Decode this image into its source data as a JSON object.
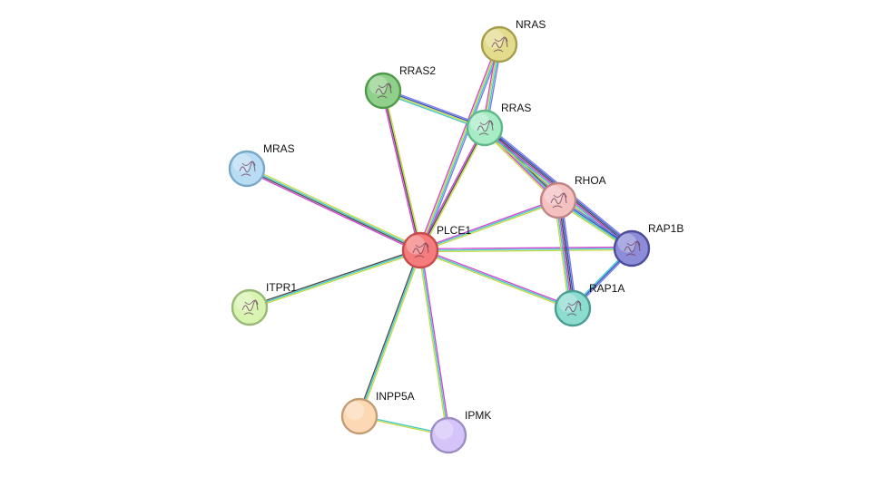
{
  "nodes": [
    {
      "id": "PLCE1",
      "label": "PLCE1",
      "fill": "#f47c7c",
      "stroke": "#c94a4a",
      "structure": true,
      "center": true
    },
    {
      "id": "NRAS",
      "label": "NRAS",
      "fill": "#e2dc8c",
      "stroke": "#a39d4c",
      "structure": true
    },
    {
      "id": "RRAS2",
      "label": "RRAS2",
      "fill": "#8fd08a",
      "stroke": "#4f9a4a",
      "structure": true
    },
    {
      "id": "RRAS",
      "label": "RRAS",
      "fill": "#a8ecc6",
      "stroke": "#5fb88a",
      "structure": true
    },
    {
      "id": "MRAS",
      "label": "MRAS",
      "fill": "#b8dcf4",
      "stroke": "#78a8c8",
      "structure": true
    },
    {
      "id": "RHOA",
      "label": "RHOA",
      "fill": "#f4c0c0",
      "stroke": "#c08484",
      "structure": true
    },
    {
      "id": "RAP1B",
      "label": "RAP1B",
      "fill": "#8c8cd8",
      "stroke": "#4c4c98",
      "structure": true
    },
    {
      "id": "RAP1A",
      "label": "RAP1A",
      "fill": "#8cdcd0",
      "stroke": "#4c9c94",
      "structure": true
    },
    {
      "id": "ITPR1",
      "label": "ITPR1",
      "fill": "#d8f4b0",
      "stroke": "#98b878",
      "structure": true
    },
    {
      "id": "INPP5A",
      "label": "INPP5A",
      "fill": "#fcd8b4",
      "stroke": "#c49c74",
      "structure": false
    },
    {
      "id": "IPMK",
      "label": "IPMK",
      "fill": "#d4c4f8",
      "stroke": "#9c8cc4",
      "structure": false
    }
  ],
  "edges": [
    {
      "source": "PLCE1",
      "target": "NRAS",
      "colors": [
        "#d040d0",
        "#c8d840",
        "#3cc8c8",
        "#7878e8"
      ]
    },
    {
      "source": "PLCE1",
      "target": "RRAS2",
      "colors": [
        "#d040d0",
        "#484848",
        "#c8d840"
      ]
    },
    {
      "source": "PLCE1",
      "target": "RRAS",
      "colors": [
        "#d040d0",
        "#484848",
        "#c8d840"
      ]
    },
    {
      "source": "PLCE1",
      "target": "MRAS",
      "colors": [
        "#d040d0",
        "#484848",
        "#3cc8c8",
        "#c8d840"
      ]
    },
    {
      "source": "PLCE1",
      "target": "RHOA",
      "colors": [
        "#d040d0",
        "#3cc8c8",
        "#c8d840"
      ]
    },
    {
      "source": "PLCE1",
      "target": "RAP1B",
      "colors": [
        "#d040d0",
        "#3cc8c8",
        "#c8d840"
      ]
    },
    {
      "source": "PLCE1",
      "target": "RAP1A",
      "colors": [
        "#d040d0",
        "#3cc8c8",
        "#c8d840"
      ]
    },
    {
      "source": "PLCE1",
      "target": "ITPR1",
      "colors": [
        "#c8d840",
        "#3cc8c8",
        "#484848"
      ]
    },
    {
      "source": "PLCE1",
      "target": "INPP5A",
      "colors": [
        "#c8d840",
        "#3cc8c8",
        "#484848"
      ]
    },
    {
      "source": "PLCE1",
      "target": "IPMK",
      "colors": [
        "#d040d0",
        "#3cc8c8",
        "#c8d840"
      ]
    },
    {
      "source": "INPP5A",
      "target": "IPMK",
      "colors": [
        "#3cc8c8",
        "#c8d840"
      ]
    },
    {
      "source": "RRAS2",
      "target": "RRAS",
      "colors": [
        "#7878e8",
        "#3050c0",
        "#c8d840",
        "#3cc8c8"
      ]
    },
    {
      "source": "NRAS",
      "target": "RRAS",
      "colors": [
        "#7878e8",
        "#3cc8c8",
        "#c8d840",
        "#d040d0"
      ]
    },
    {
      "source": "RRAS",
      "target": "RHOA",
      "colors": [
        "#7878e8",
        "#484848",
        "#3cc8c8",
        "#d040d0",
        "#c8d840"
      ]
    },
    {
      "source": "RRAS",
      "target": "RAP1B",
      "colors": [
        "#7878e8",
        "#3050c0",
        "#484848",
        "#d040d0",
        "#3cc8c8",
        "#c8d840"
      ]
    },
    {
      "source": "RHOA",
      "target": "RAP1B",
      "colors": [
        "#7878e8",
        "#3050c0",
        "#3cc8c8",
        "#c8d840"
      ]
    },
    {
      "source": "RHOA",
      "target": "RAP1A",
      "colors": [
        "#7878e8",
        "#3050c0",
        "#484848",
        "#d040d0",
        "#3cc8c8",
        "#c8d840"
      ]
    },
    {
      "source": "RAP1B",
      "target": "RAP1A",
      "colors": [
        "#7878e8",
        "#3050c0",
        "#3cc8c8"
      ]
    }
  ]
}
